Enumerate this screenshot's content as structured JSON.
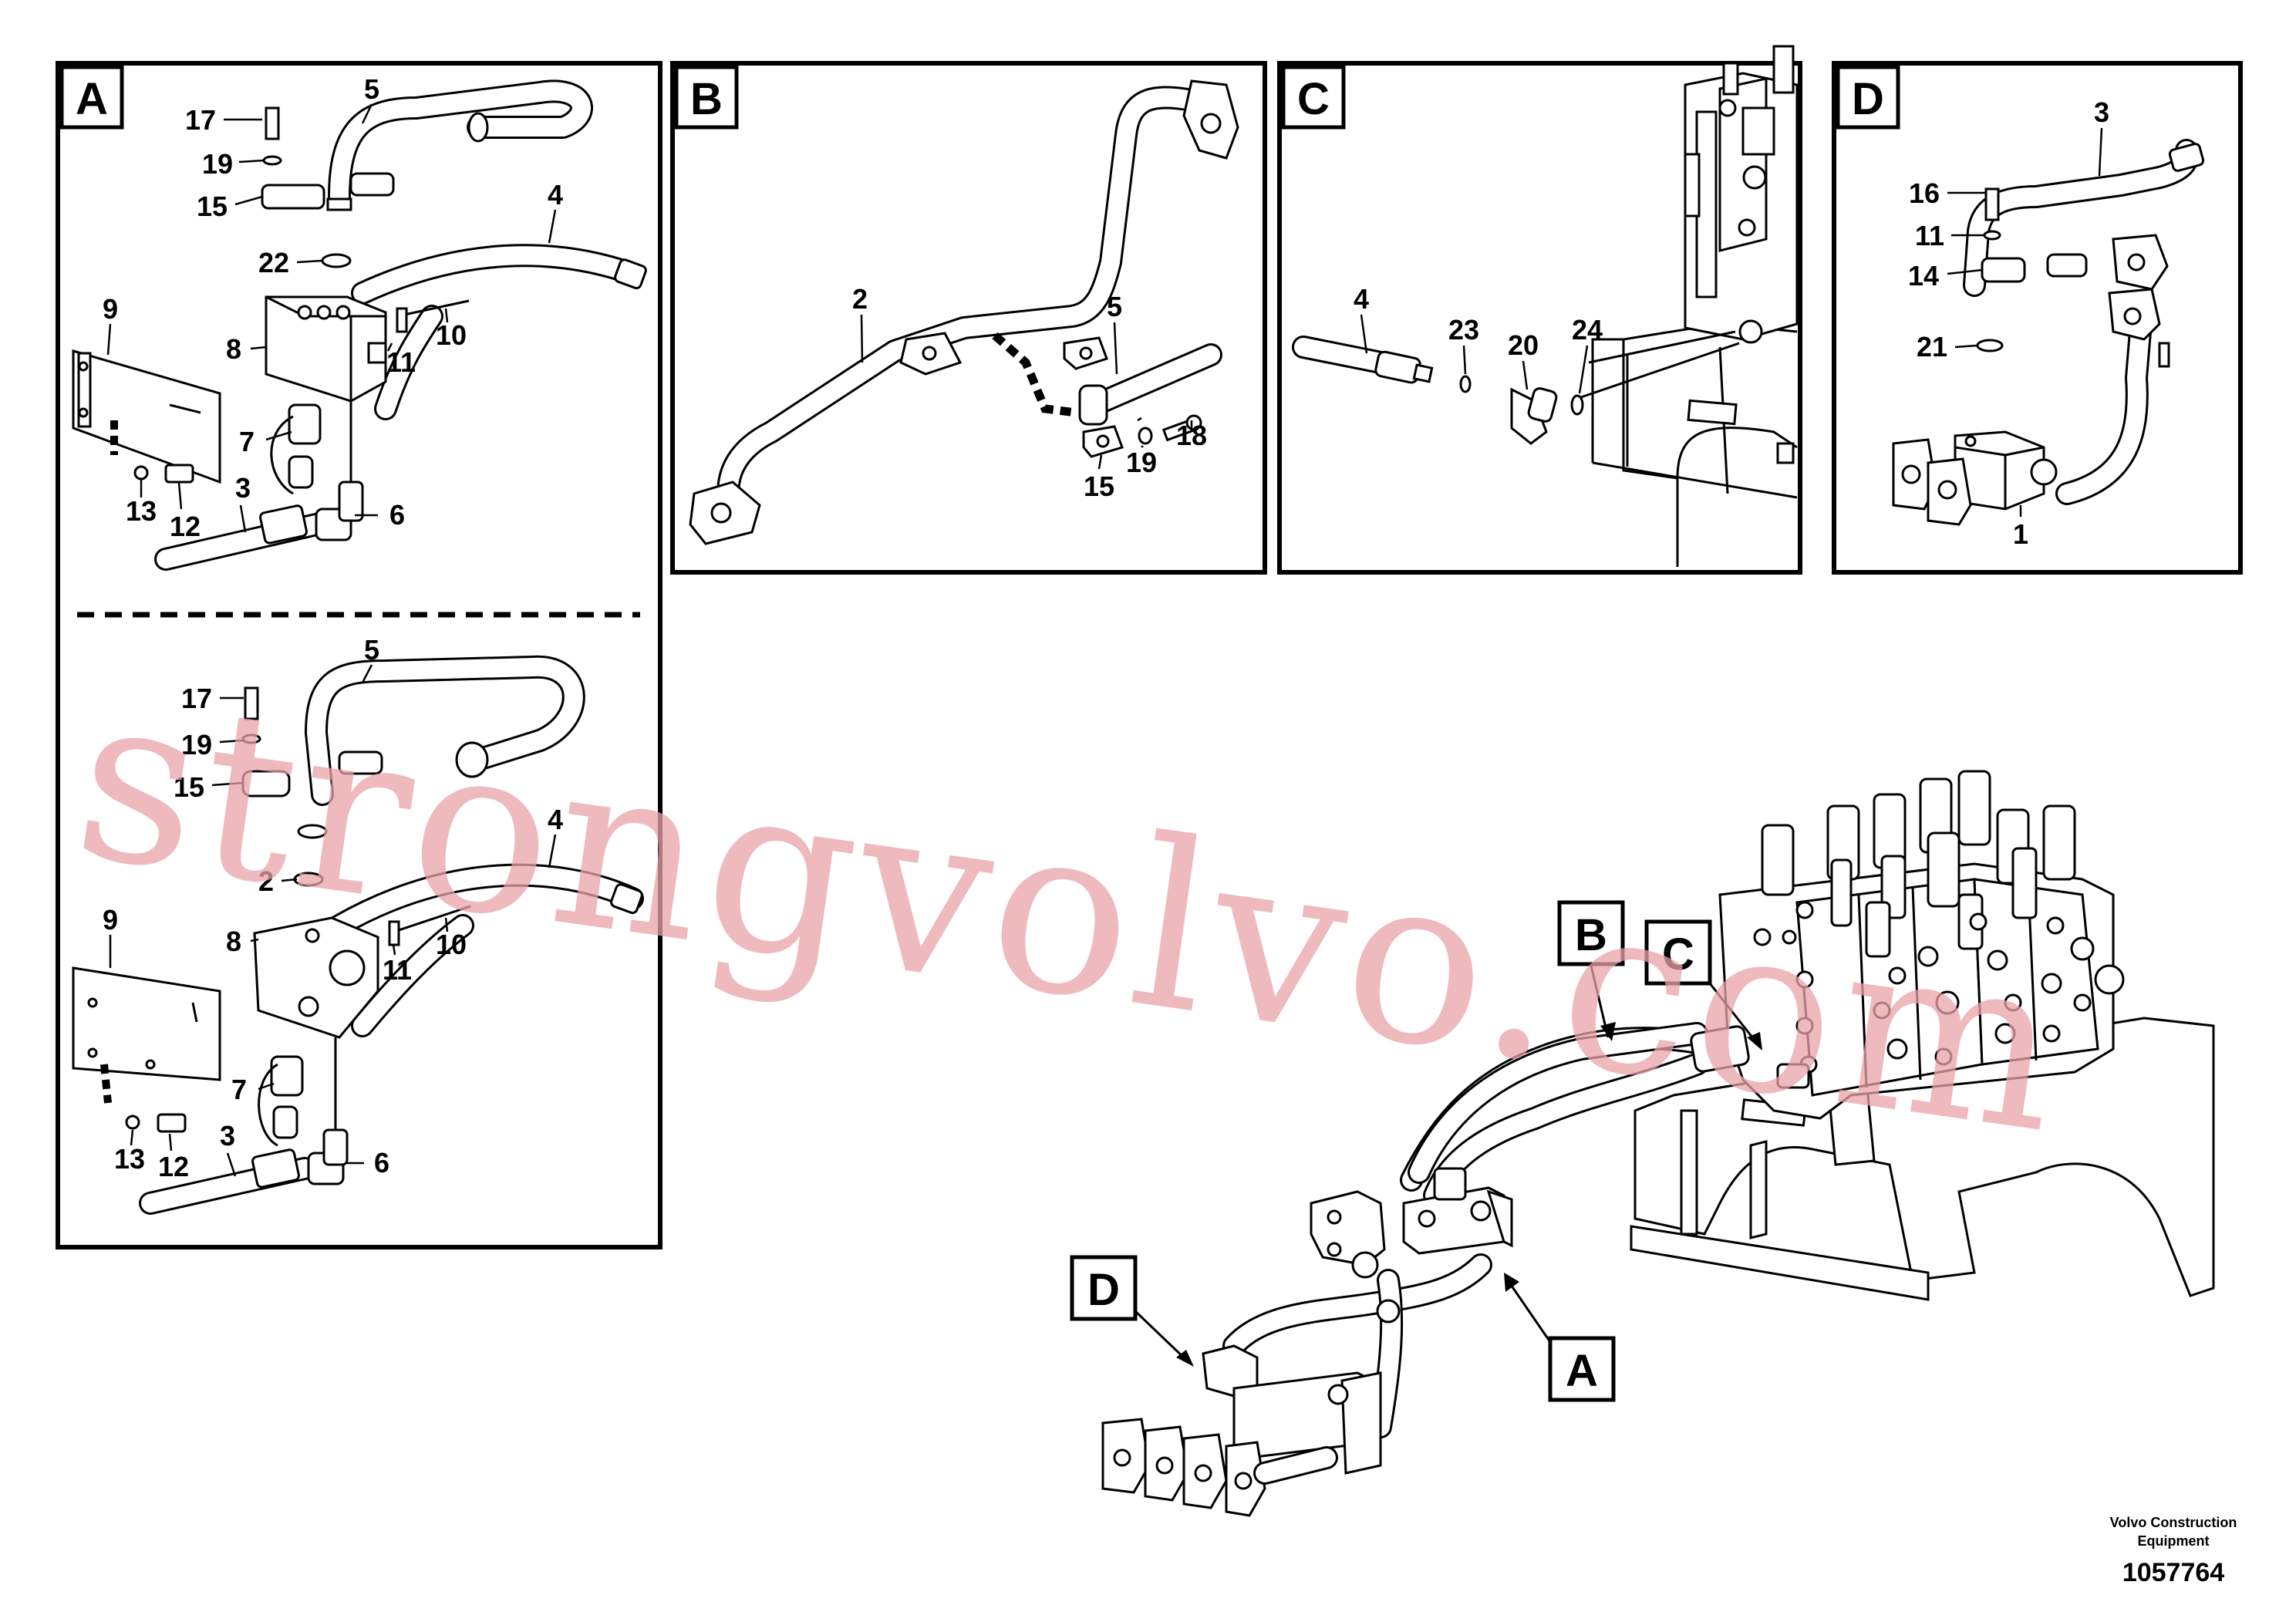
{
  "panels": [
    {
      "id": "A",
      "label": "A"
    },
    {
      "id": "B",
      "label": "B"
    },
    {
      "id": "C",
      "label": "C"
    },
    {
      "id": "D",
      "label": "D"
    }
  ],
  "callouts": {
    "a_top": [
      "17",
      "5",
      "19",
      "15",
      "22",
      "4",
      "9",
      "8",
      "11",
      "10",
      "7",
      "3",
      "13",
      "12",
      "6"
    ],
    "a_bottom": [
      "5",
      "17",
      "19",
      "15",
      "4",
      "2",
      "9",
      "8",
      "11",
      "10",
      "7",
      "3",
      "13",
      "12",
      "6"
    ],
    "b": [
      "2",
      "5",
      "18",
      "19",
      "15"
    ],
    "c": [
      "4",
      "23",
      "20",
      "24"
    ],
    "d": [
      "3",
      "16",
      "11",
      "14",
      "21",
      "1"
    ]
  },
  "main_view_labels": [
    "B",
    "C",
    "D",
    "A"
  ],
  "watermark": "strongvolvo.com",
  "footer": {
    "company_line1": "Volvo Construction",
    "company_line2": "Equipment",
    "drawing_number": "1057764"
  }
}
